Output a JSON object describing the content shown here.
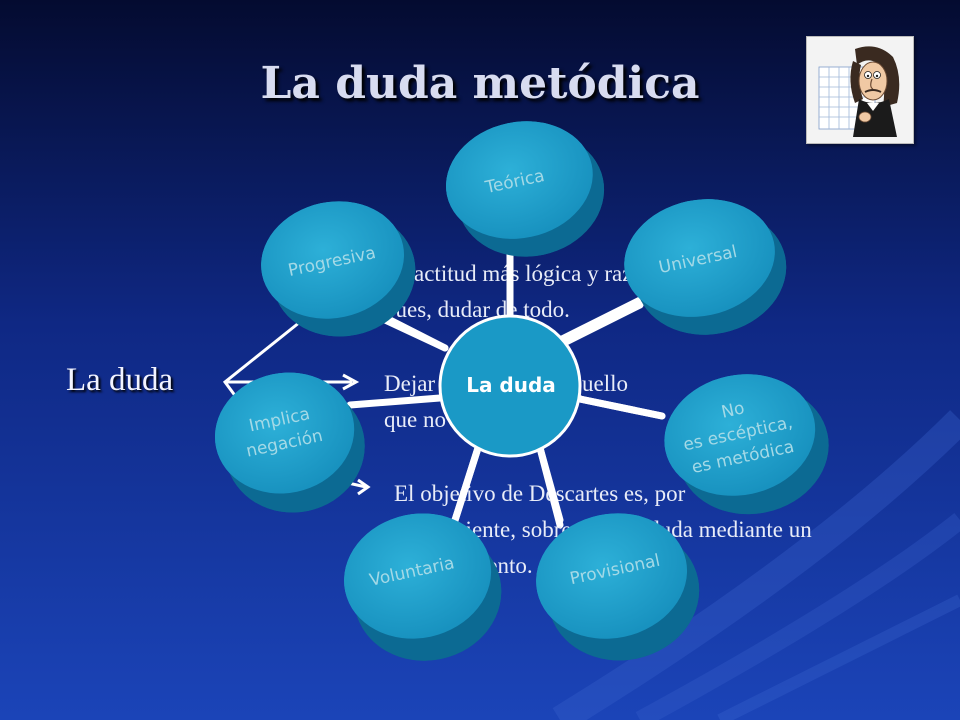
{
  "slide": {
    "title": "La duda metódica",
    "left_label": "La duda",
    "paragraphs": {
      "p1_line1": "La actitud más lógica y razonable es,",
      "p1_line2": "pues, dudar de todo.",
      "p2_line1": "Dejar de lado todo aquello",
      "p2_line2": "que no es evidente.",
      "p3_line1": "El objetivo de Descartes es, por",
      "p3_line2": "consiguiente, sobrepasar la duda mediante un",
      "p3_line3": "procedimiento."
    }
  },
  "diagram": {
    "hub_label": "La duda",
    "nodes": {
      "teorica": "Teórica",
      "universal": "Universal",
      "progresiva": "Progresiva",
      "implica_1": "Implica",
      "implica_2": "negación",
      "no_esceptica_1": "No",
      "no_esceptica_2": "es escéptica,",
      "no_esceptica_3": "es metódica",
      "voluntaria": "Voluntaria",
      "provisional": "Provisional"
    }
  },
  "image": {
    "portrait": "descartes-cartoon-portrait"
  },
  "colors": {
    "background_top": "#06103a",
    "background_bottom": "#1a3fb0",
    "disc_face": "#1e9cc7",
    "disc_side": "#0d6f96",
    "label_text": "#a4d9e6",
    "connector": "#ffffff"
  }
}
